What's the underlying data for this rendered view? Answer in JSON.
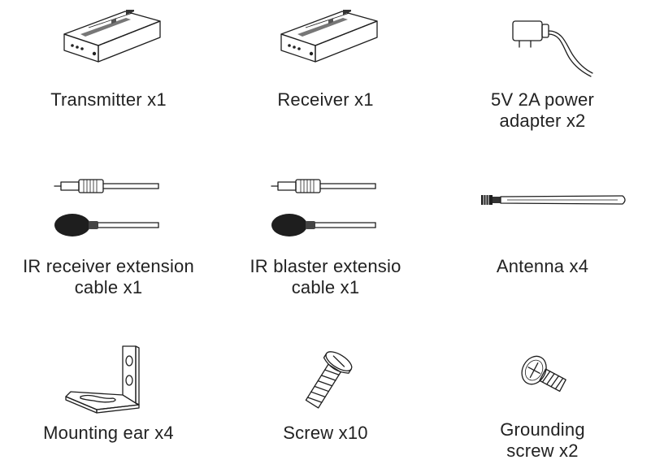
{
  "items": [
    {
      "icon": "transmitter-icon",
      "lines": [
        "Transmitter x1"
      ]
    },
    {
      "icon": "receiver-icon",
      "lines": [
        "Receiver x1"
      ]
    },
    {
      "icon": "power-adapter-icon",
      "lines": [
        "5V 2A power",
        "adapter x2"
      ]
    },
    {
      "icon": "ir-receiver-cable-icon",
      "lines": [
        "IR receiver extension",
        "cable x1"
      ]
    },
    {
      "icon": "ir-blaster-cable-icon",
      "lines": [
        "IR blaster extensio",
        "cable x1"
      ]
    },
    {
      "icon": "antenna-icon",
      "lines": [
        "Antenna x4"
      ]
    },
    {
      "icon": "mounting-ear-icon",
      "lines": [
        "Mounting ear x4"
      ]
    },
    {
      "icon": "screw-icon",
      "lines": [
        "Screw x10"
      ]
    },
    {
      "icon": "grounding-screw-icon",
      "lines": [
        "Grounding",
        "screw x2"
      ]
    }
  ]
}
